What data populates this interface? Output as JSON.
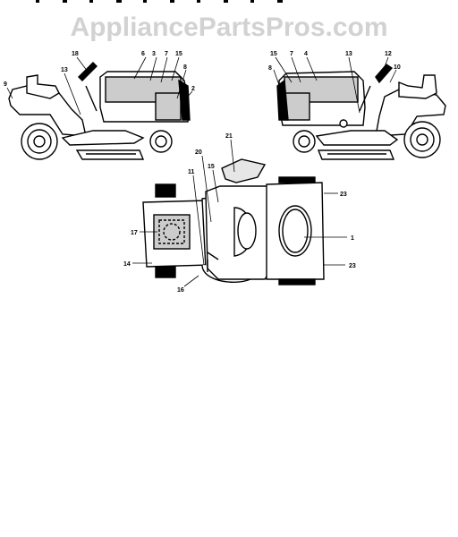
{
  "watermark": "AppliancePartsPros.com",
  "colors": {
    "line": "#000000",
    "shade": "#cccccc",
    "light_shade": "#e6e6e6",
    "watermark": "#d2d2d2",
    "background": "#ffffff"
  },
  "callouts": {
    "left_view": [
      "18",
      "6",
      "3",
      "7",
      "15",
      "8",
      "9",
      "13",
      "2"
    ],
    "right_view": [
      "15",
      "7",
      "4",
      "13",
      "12",
      "8",
      "10"
    ],
    "top_view": [
      "21",
      "20",
      "11",
      "15",
      "23",
      "17",
      "1",
      "14",
      "16",
      "23"
    ]
  }
}
